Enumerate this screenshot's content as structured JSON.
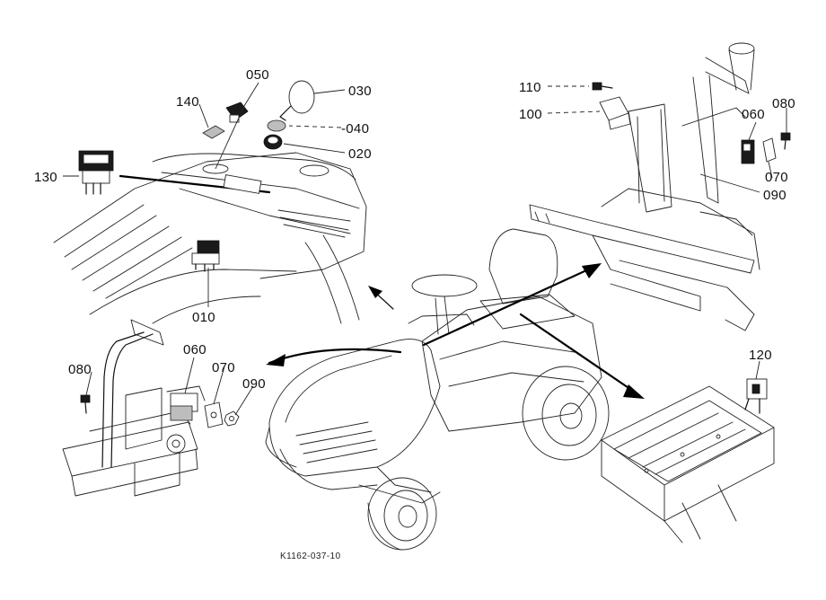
{
  "diagram": {
    "callouts": [
      {
        "key": "p010",
        "text": "010"
      },
      {
        "key": "p020",
        "text": "020"
      },
      {
        "key": "p030",
        "text": "030"
      },
      {
        "key": "p040",
        "text": "-040"
      },
      {
        "key": "p050",
        "text": "050"
      },
      {
        "key": "p060a",
        "text": "060"
      },
      {
        "key": "p060b",
        "text": "060"
      },
      {
        "key": "p070a",
        "text": "070"
      },
      {
        "key": "p070b",
        "text": "070"
      },
      {
        "key": "p080a",
        "text": "080"
      },
      {
        "key": "p080b",
        "text": "080"
      },
      {
        "key": "p090a",
        "text": "090"
      },
      {
        "key": "p090b",
        "text": "090"
      },
      {
        "key": "p100",
        "text": "100"
      },
      {
        "key": "p110",
        "text": "110"
      },
      {
        "key": "p120",
        "text": "120"
      },
      {
        "key": "p130",
        "text": "130"
      },
      {
        "key": "p140",
        "text": "140"
      }
    ],
    "figure_code": "K1162-037-10"
  }
}
